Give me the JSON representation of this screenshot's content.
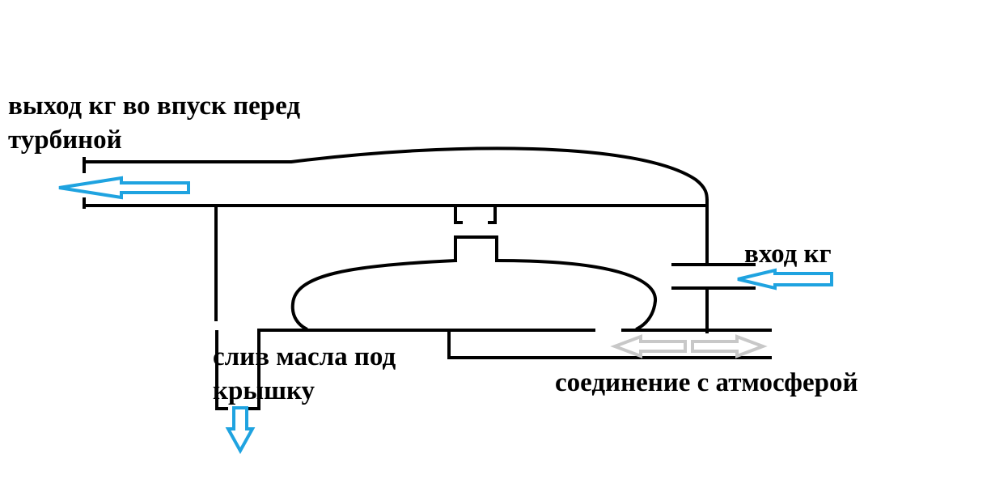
{
  "labels": {
    "outlet": "выход кг во впуск перед\nтурбиной",
    "inlet": "вход кг",
    "drain": "слив масла под\nкрышку",
    "vent": "соединение с атмосферой"
  },
  "colors": {
    "line": "#000000",
    "flow_arrow": "#1fa3e0",
    "atmosphere_arrow": "#c8c8c8",
    "background": "#ffffff"
  }
}
